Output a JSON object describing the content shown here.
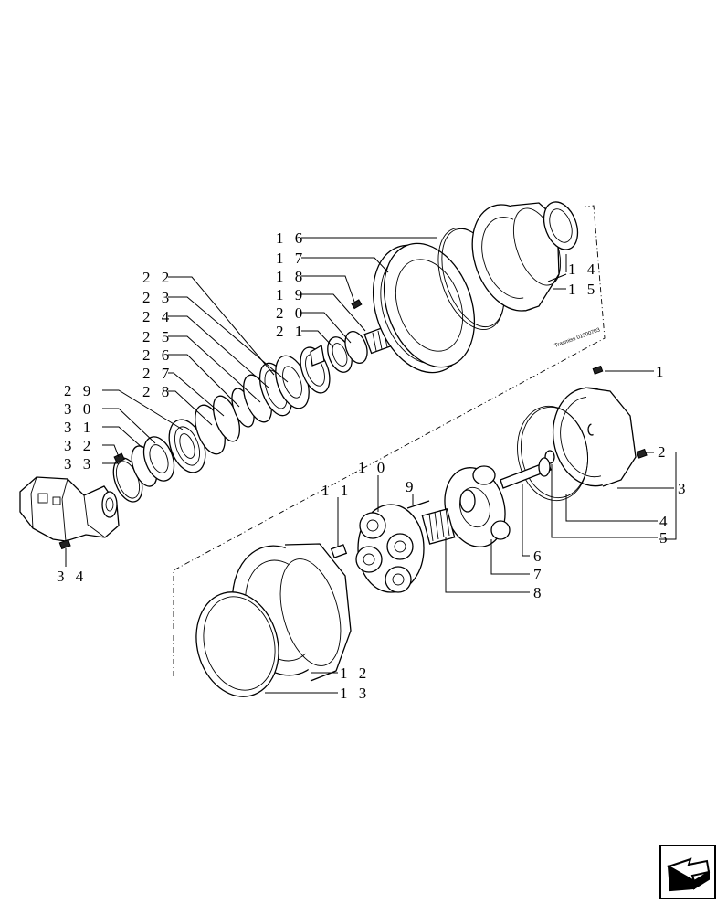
{
  "drawing": {
    "reference_code": "Trasmiss 01900703",
    "callouts": {
      "c1": "1",
      "c2": "2",
      "c3": "3",
      "c4": "4",
      "c5": "5",
      "c6": "6",
      "c7": "7",
      "c8": "8",
      "c9": "9",
      "c10": "1 0",
      "c11": "1 1",
      "c12": "1 2",
      "c13": "1 3",
      "c14": "1 4",
      "c15": "1 5",
      "c16": "1 6",
      "c17": "1 7",
      "c18": "1 8",
      "c19": "1 9",
      "c20": "2 0",
      "c21": "2 1",
      "c22": "2 2",
      "c23": "2 3",
      "c24": "2 4",
      "c25": "2 5",
      "c26": "2 6",
      "c27": "2 7",
      "c28": "2 8",
      "c29": "2 9",
      "c30": "3 0",
      "c31": "3 1",
      "c32": "3 2",
      "c33": "3 3",
      "c34": "3 4"
    }
  },
  "navigation": {
    "icon": "next-page-arrow-icon"
  }
}
